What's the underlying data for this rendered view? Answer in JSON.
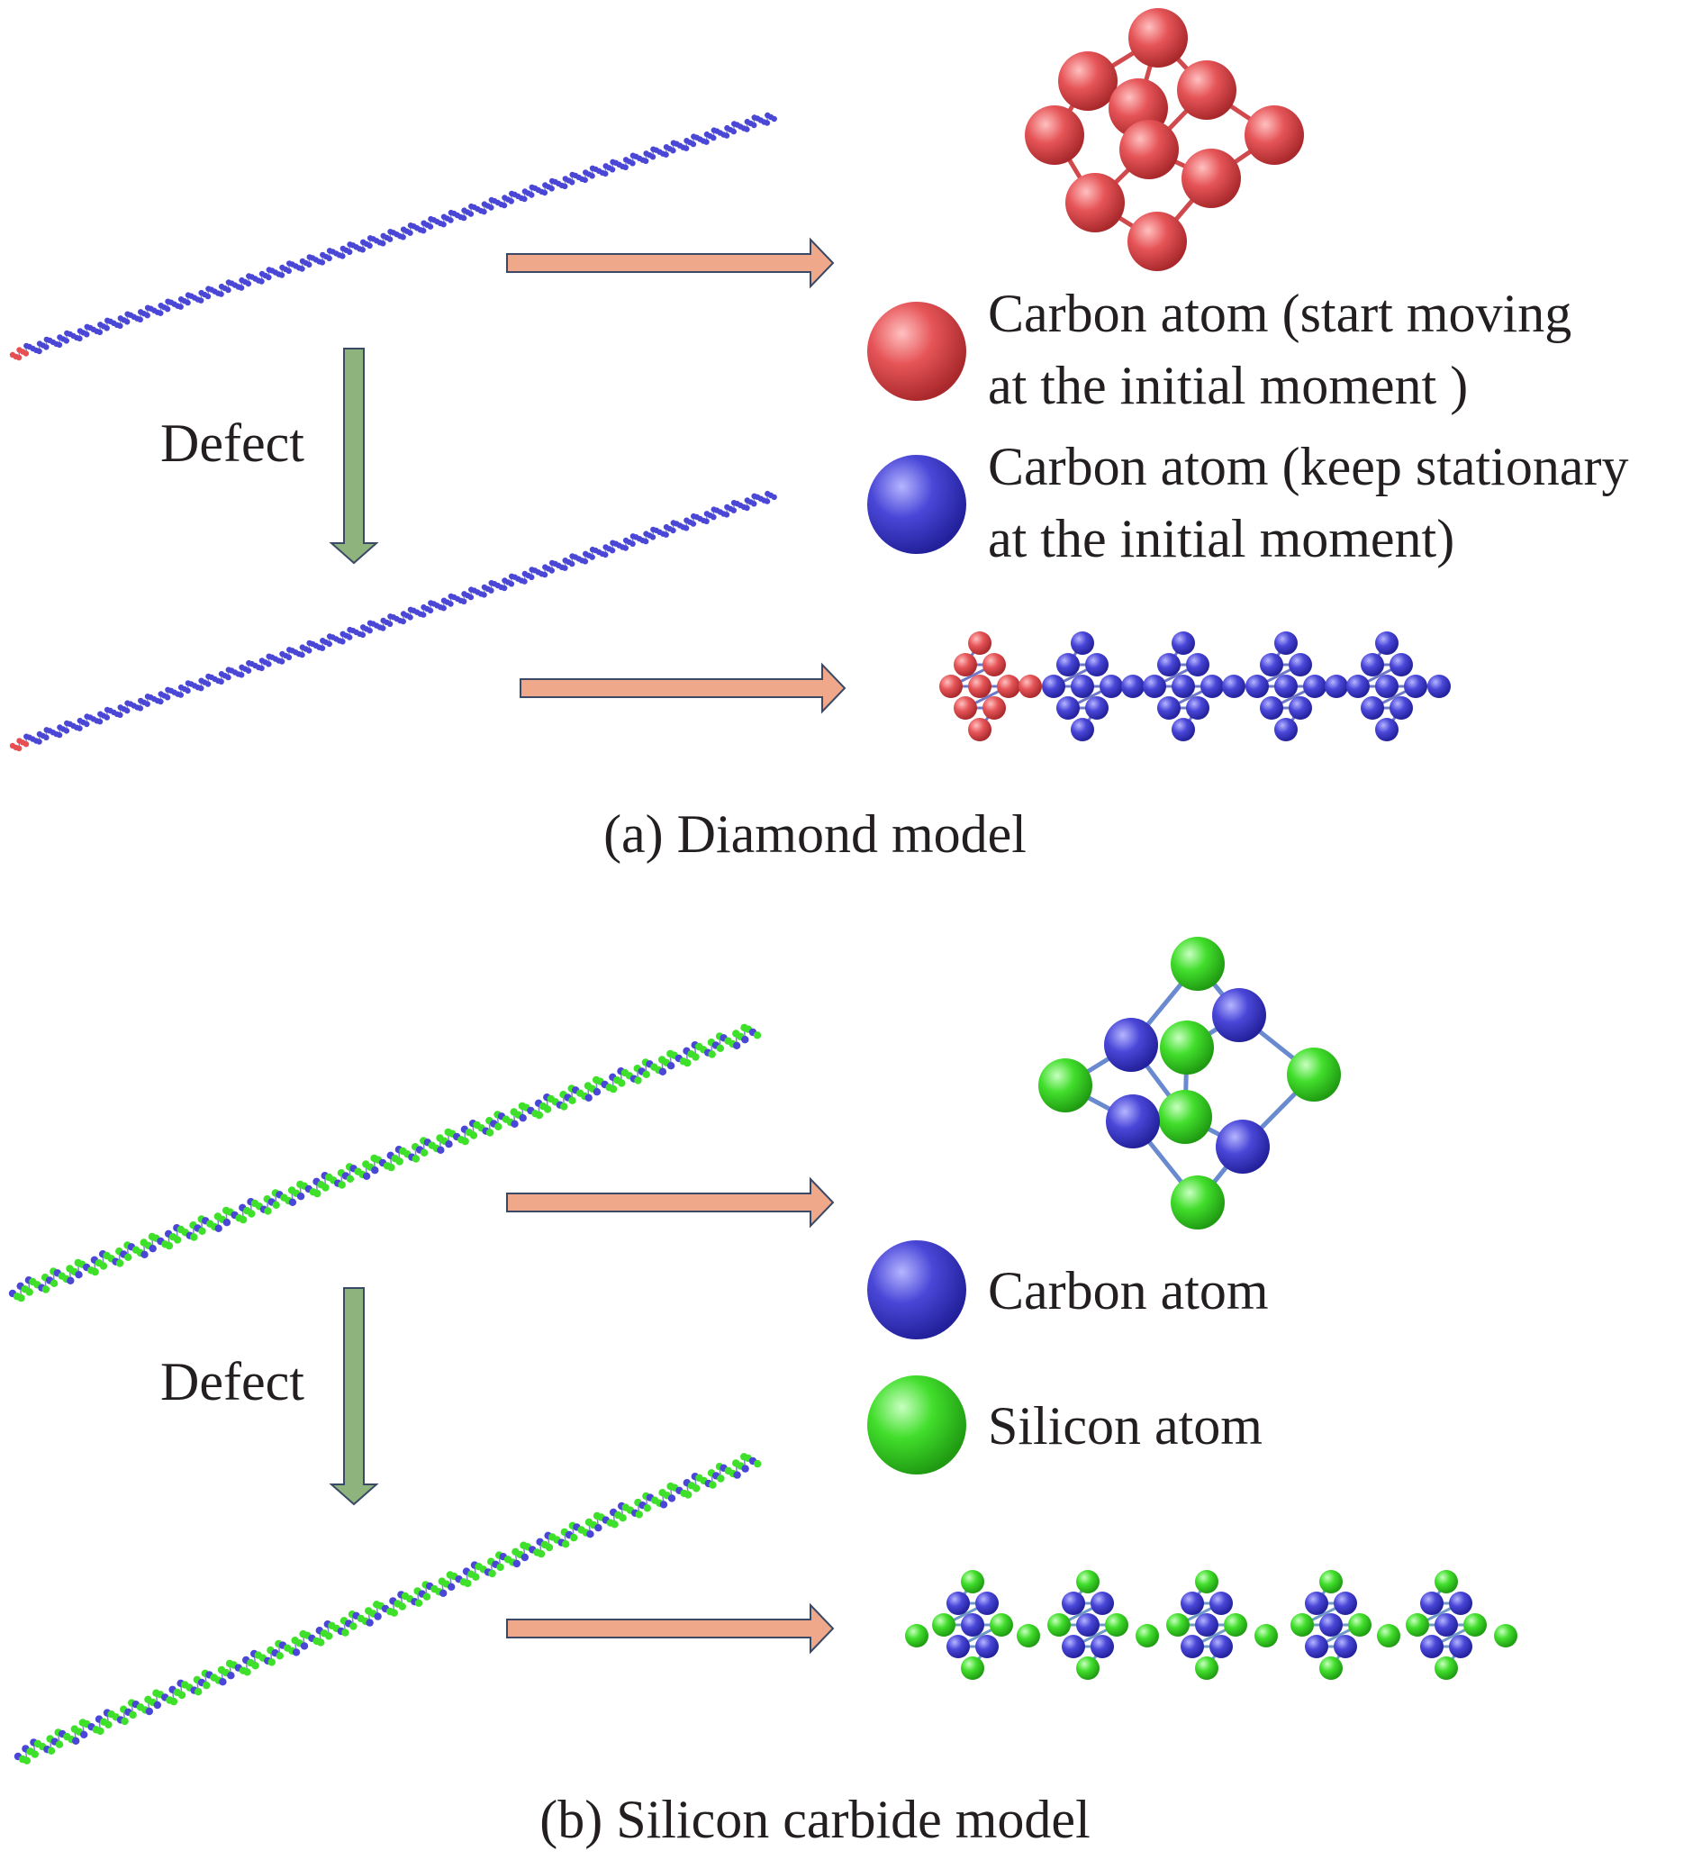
{
  "colors": {
    "carbon_moving": "#e84e52",
    "carbon_stationary": "#4a47d6",
    "silicon": "#3ee02a",
    "horizontal_arrow_fill": "#f0a88a",
    "horizontal_arrow_stroke": "#3a4a66",
    "vertical_arrow_fill": "#8fb37c",
    "vertical_arrow_stroke": "#3a4a66"
  },
  "panel_a": {
    "defect_label": "Defect",
    "legend": [
      {
        "atom": "carbon-moving",
        "line1": "Carbon atom (start moving",
        "line2": "at the initial moment )"
      },
      {
        "atom": "carbon-stationary",
        "line1": "Carbon atom (keep stationary",
        "line2": "at the initial moment)"
      }
    ],
    "caption": "(a) Diamond model"
  },
  "panel_b": {
    "defect_label": "Defect",
    "legend": [
      {
        "atom": "carbon",
        "label": "Carbon atom"
      },
      {
        "atom": "silicon",
        "label": "Silicon atom"
      }
    ],
    "caption": "(b) Silicon carbide model"
  }
}
